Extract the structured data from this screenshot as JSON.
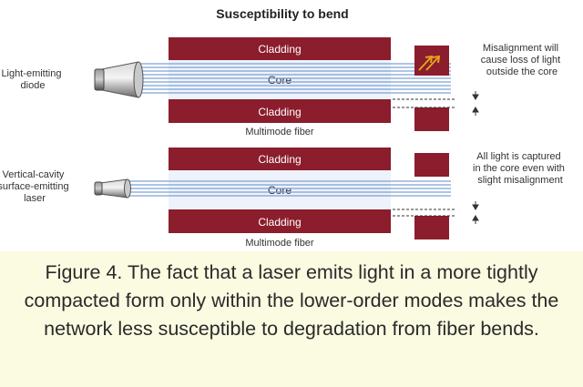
{
  "diagram": {
    "title": "Susceptibility to bend",
    "panels": [
      {
        "source_label": [
          "Light-emitting",
          "diode"
        ],
        "cladding_top": "Cladding",
        "core": "Core",
        "cladding_bottom": "Cladding",
        "fiber_label": "Multimode fiber",
        "note": [
          "Misalignment will",
          "cause loss of light",
          "outside the core"
        ]
      },
      {
        "source_label": [
          "Vertical-cavity",
          "surface-emitting",
          "laser"
        ],
        "cladding_top": "Cladding",
        "core": "Core",
        "cladding_bottom": "Cladding",
        "fiber_label": "Multimode fiber",
        "note": [
          "All light is captured",
          "in the core even with",
          "slight misalignment"
        ]
      }
    ],
    "colors": {
      "cladding": "#8b1d2c",
      "core": "#eef2fa",
      "beam": "#6f98cf",
      "source_body": "#8a8a8a",
      "text": "#333333"
    }
  },
  "caption": {
    "text": "Figure 4. The fact that a laser emits light in a more tightly compacted form only within the lower-order modes makes the network less susceptible to degradation from fiber bends."
  }
}
